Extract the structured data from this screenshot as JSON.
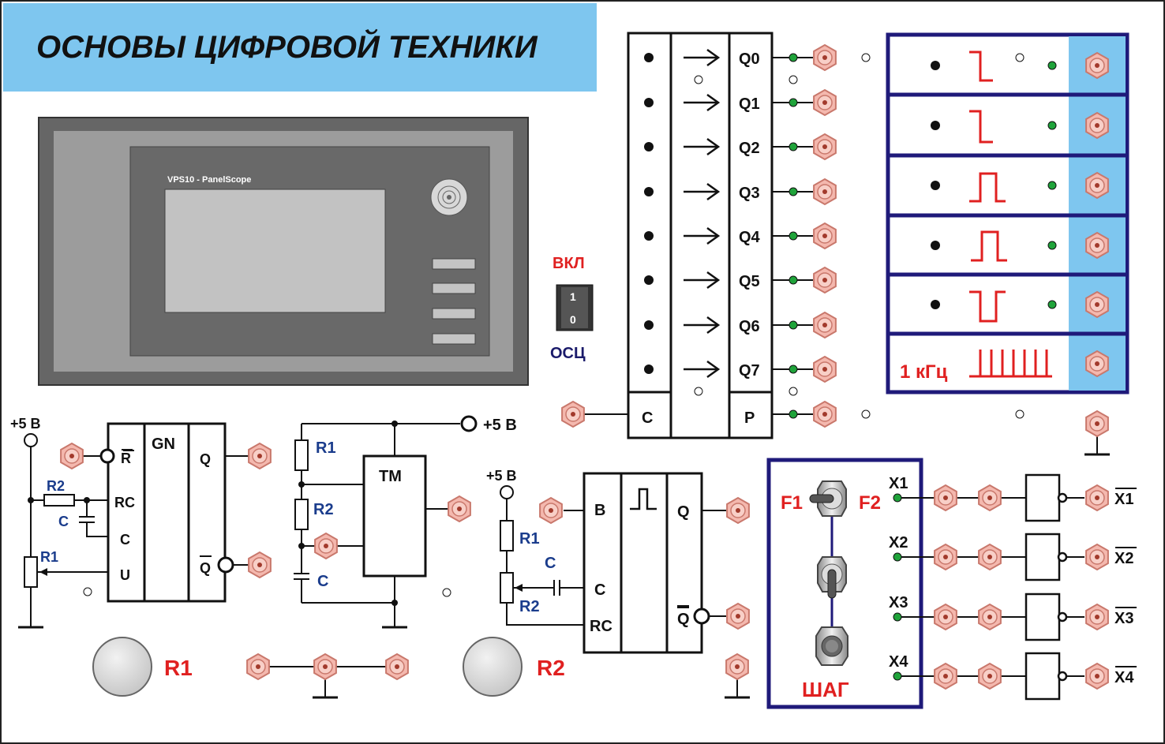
{
  "title": "ОСНОВЫ ЦИФРОВОЙ ТЕХНИКИ",
  "scope": {
    "label": "VPS10 - PanelScope"
  },
  "switch": {
    "top_label": "ВКЛ",
    "bottom_label": "ОСЦ",
    "pos1": "1",
    "pos0": "0"
  },
  "register": {
    "outputs": [
      "Q0",
      "Q1",
      "Q2",
      "Q3",
      "Q4",
      "Q5",
      "Q6",
      "Q7"
    ],
    "clock_label": "C",
    "p_label": "P"
  },
  "pulse_panel": {
    "freq_label": "1 кГц"
  },
  "gn_block": {
    "supply": "+5 В",
    "title": "GN",
    "pins": [
      "R",
      "RC",
      "C",
      "U"
    ],
    "out_q": "Q",
    "out_qbar": "Q",
    "r2": "R2",
    "c": "C",
    "r1": "R1"
  },
  "tm_block": {
    "title": "TM",
    "supply": "+5 В",
    "r1": "R1",
    "r2": "R2",
    "c": "C"
  },
  "oneshot_block": {
    "supply": "+5 В",
    "pins": [
      "B",
      "C",
      "RC"
    ],
    "out_q": "Q",
    "out_qbar": "Q",
    "r1": "R1",
    "c": "C",
    "r2": "R2"
  },
  "knobs": {
    "r1": "R1",
    "r2": "R2"
  },
  "step_panel": {
    "f1": "F1",
    "f2": "F2",
    "step": "ШАГ"
  },
  "inverters": {
    "inputs": [
      "X1",
      "X2",
      "X3",
      "X4"
    ],
    "outputs": [
      "X1",
      "X2",
      "X3",
      "X4"
    ]
  },
  "colors": {
    "title_bg": "#7ec6ef",
    "accent_red": "#e02020",
    "label_blue": "#1a3c8c",
    "panel_border": "#1f1a7a",
    "socket_fill": "#f4b8ae",
    "pin_green": "#1fa33a"
  }
}
